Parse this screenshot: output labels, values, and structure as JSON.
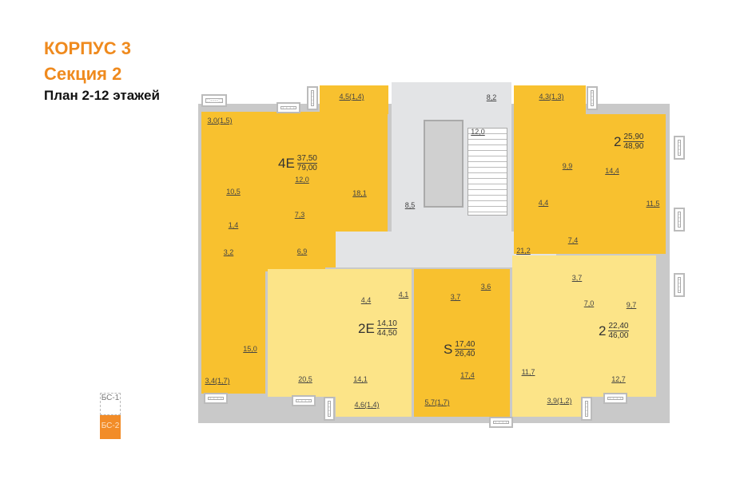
{
  "header": {
    "building": "КОРПУС 3",
    "section": "Секция 2",
    "plan": "План 2-12 этажей"
  },
  "colors": {
    "title_accent": "#ef8a1e",
    "apartment_dark": "#f8c12f",
    "apartment_light": "#fce488",
    "common_area": "#e3e4e6",
    "wall": "#c9c9c9",
    "key_active": "#f28c28"
  },
  "apartments": [
    {
      "code": "4E",
      "living": "37,50",
      "total": "79,00"
    },
    {
      "code": "2",
      "living": "25,90",
      "total": "48,90"
    },
    {
      "code": "2E",
      "living": "14,10",
      "total": "44,50"
    },
    {
      "code": "S",
      "living": "17,40",
      "total": "26,40"
    },
    {
      "code": "2",
      "living": "22,40",
      "total": "46,00"
    }
  ],
  "rooms": {
    "a4e_balcony_left": "3,0(1,5)",
    "a4e_room_left": "10,5",
    "a4e_room_mid": "12,0",
    "a4e_balcony_top": "4,5(1,4)",
    "a4e_kitchen": "18,1",
    "a4e_hall": "7,3",
    "a4e_wc": "1,4",
    "a4e_bath": "3,2",
    "a4e_corridor": "6,9",
    "a4e_bedroom": "15,0",
    "a4e_balcony_bottom": "3,4(1,7)",
    "common_top": "8,2",
    "common_stairs": "12,0",
    "common_lift_hall": "8,5",
    "common_corridor": "21,2",
    "a2_balcony": "4,3(1,3)",
    "a2_kitchen": "9,9",
    "a2_living": "14,4",
    "a2_bath": "4,4",
    "a2_bedroom": "11,5",
    "a2_hall": "7,4",
    "a2e_hall": "4,4",
    "a2e_bath": "4,1",
    "a2e_kitchen": "20,5",
    "a2e_room": "14,1",
    "a2e_balcony": "4,6(1,4)",
    "s_hall": "3,7",
    "s_bath": "3,6",
    "s_room": "17,4",
    "s_balcony": "5,7(1,7)",
    "b2_bath": "3,7",
    "b2_hall": "7,0",
    "b2_room_small": "9,7",
    "b2_kitchen": "11,7",
    "b2_bedroom": "12,7",
    "b2_balcony": "3,9(1,2)"
  },
  "section_key": [
    {
      "label": "БС-1",
      "active": false
    },
    {
      "label": "БС-2",
      "active": true
    }
  ]
}
